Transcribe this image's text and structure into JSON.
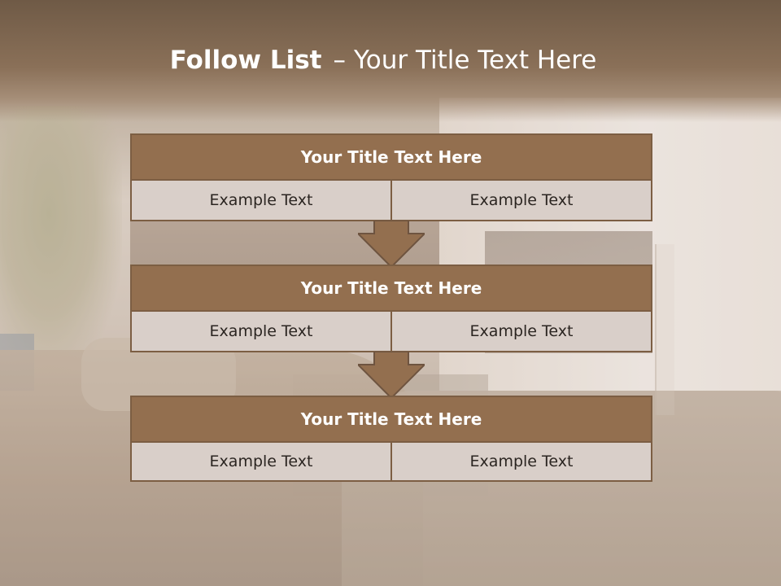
{
  "slide": {
    "title_bold": "Follow List",
    "title_dash": "–",
    "title_rest": "Your Title Text Here"
  },
  "blocks": [
    {
      "title": "Your Title Text Here",
      "left": "Example Text",
      "right": "Example Text"
    },
    {
      "title": "Your Title Text Here",
      "left": "Example Text",
      "right": "Example Text"
    },
    {
      "title": "Your Title Text Here",
      "left": "Example Text",
      "right": "Example Text"
    }
  ],
  "colors": {
    "header_fill": "#936f4f",
    "cell_fill": "#d9cfc9",
    "border": "#7c5e43",
    "arrow_fill": "#936f4f"
  }
}
